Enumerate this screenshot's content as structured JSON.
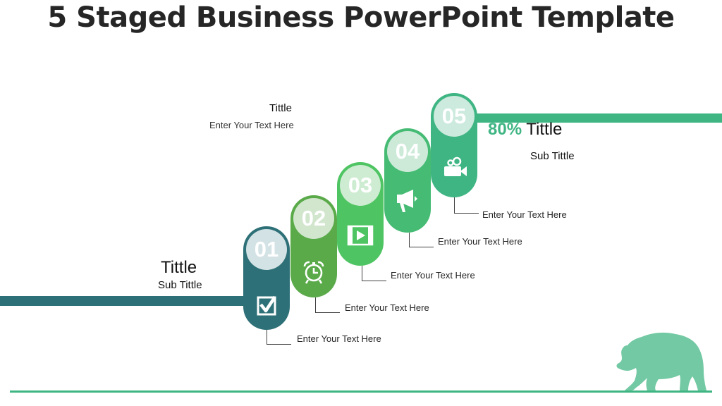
{
  "slide": {
    "title": "5 Staged Business PowerPoint Template"
  },
  "colors": {
    "stage1": "#2e7077",
    "stage2": "#5aaa4a",
    "stage3": "#4ec562",
    "stage4": "#45bb74",
    "stage5": "#3fb583",
    "accent": "#3fb583",
    "bear": "#72c9a3"
  },
  "left_block": {
    "title": "Tittle",
    "subtitle": "Sub Tittle"
  },
  "top_left_block": {
    "title": "Tittle",
    "text": "Enter Your Text Here"
  },
  "right_block": {
    "percent": "80%",
    "title": "Tittle",
    "subtitle": "Sub Tittle"
  },
  "stages": [
    {
      "number": "01",
      "icon": "checkbox-icon",
      "label": "Enter Your Text Here"
    },
    {
      "number": "02",
      "icon": "alarm-clock-icon",
      "label": "Enter Your Text Here"
    },
    {
      "number": "03",
      "icon": "video-film-icon",
      "label": "Enter Your Text Here"
    },
    {
      "number": "04",
      "icon": "megaphone-icon",
      "label": "Enter Your Text Here"
    },
    {
      "number": "05",
      "icon": "movie-camera-icon",
      "label": "Enter Your Text Here"
    }
  ],
  "decoration": {
    "icon": "bear-icon"
  }
}
